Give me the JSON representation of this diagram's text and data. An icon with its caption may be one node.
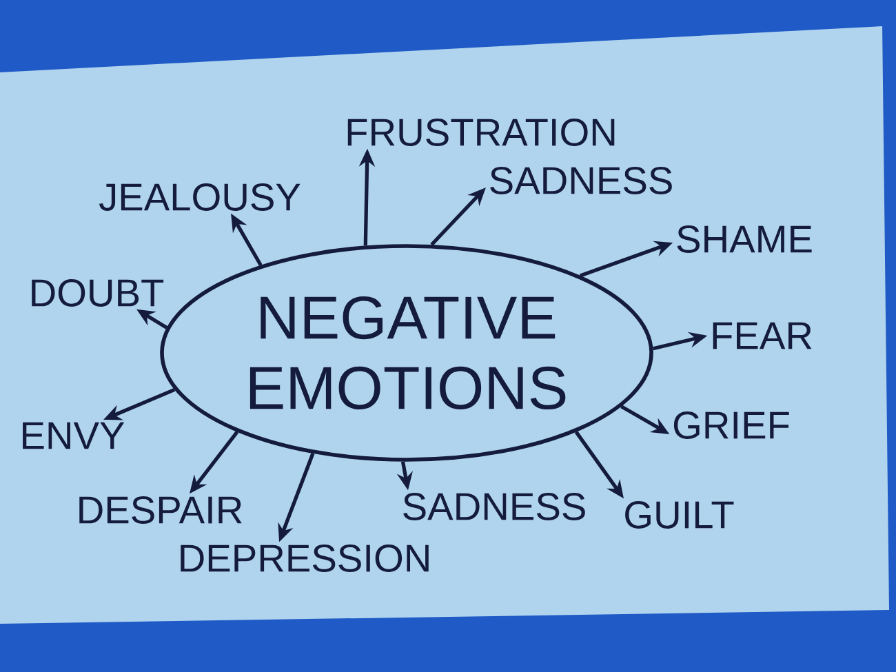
{
  "diagram": {
    "nodes": [
      {
        "text": [
          "NEGATIVE EMOTIONS"
        ]
      },
      {
        "text": [
          "FRUSTRATION"
        ]
      },
      {
        "text": [
          "JEALOUSY"
        ]
      },
      {
        "text": [
          "SADNESS"
        ]
      },
      {
        "text": [
          "SHAME"
        ]
      },
      {
        "text": [
          "DOUBT"
        ]
      },
      {
        "text": [
          "FEAR"
        ]
      },
      {
        "text": [
          "ENVY"
        ]
      },
      {
        "text": [
          "GRIEF"
        ]
      },
      {
        "text": [
          "DESPAIR"
        ]
      },
      {
        "text": [
          "SADNESS"
        ]
      },
      {
        "text": [
          "GUILT"
        ]
      },
      {
        "text": [
          "DEPRESSION"
        ]
      }
    ],
    "edges": [
      {
        "from": 0,
        "to": 1,
        "arrow": "to"
      },
      {
        "from": 0,
        "to": 2,
        "arrow": "to"
      },
      {
        "from": 0,
        "to": 3,
        "arrow": "to"
      },
      {
        "from": 0,
        "to": 4,
        "arrow": "to"
      },
      {
        "from": 0,
        "to": 5,
        "arrow": "to"
      },
      {
        "from": 0,
        "to": 6,
        "arrow": "to"
      },
      {
        "from": 0,
        "to": 7,
        "arrow": "to"
      },
      {
        "from": 0,
        "to": 8,
        "arrow": "to"
      },
      {
        "from": 0,
        "to": 9,
        "arrow": "to"
      },
      {
        "from": 0,
        "to": 10,
        "arrow": "to"
      },
      {
        "from": 0,
        "to": 11,
        "arrow": "to"
      },
      {
        "from": 0,
        "to": 12,
        "arrow": "to"
      }
    ]
  }
}
